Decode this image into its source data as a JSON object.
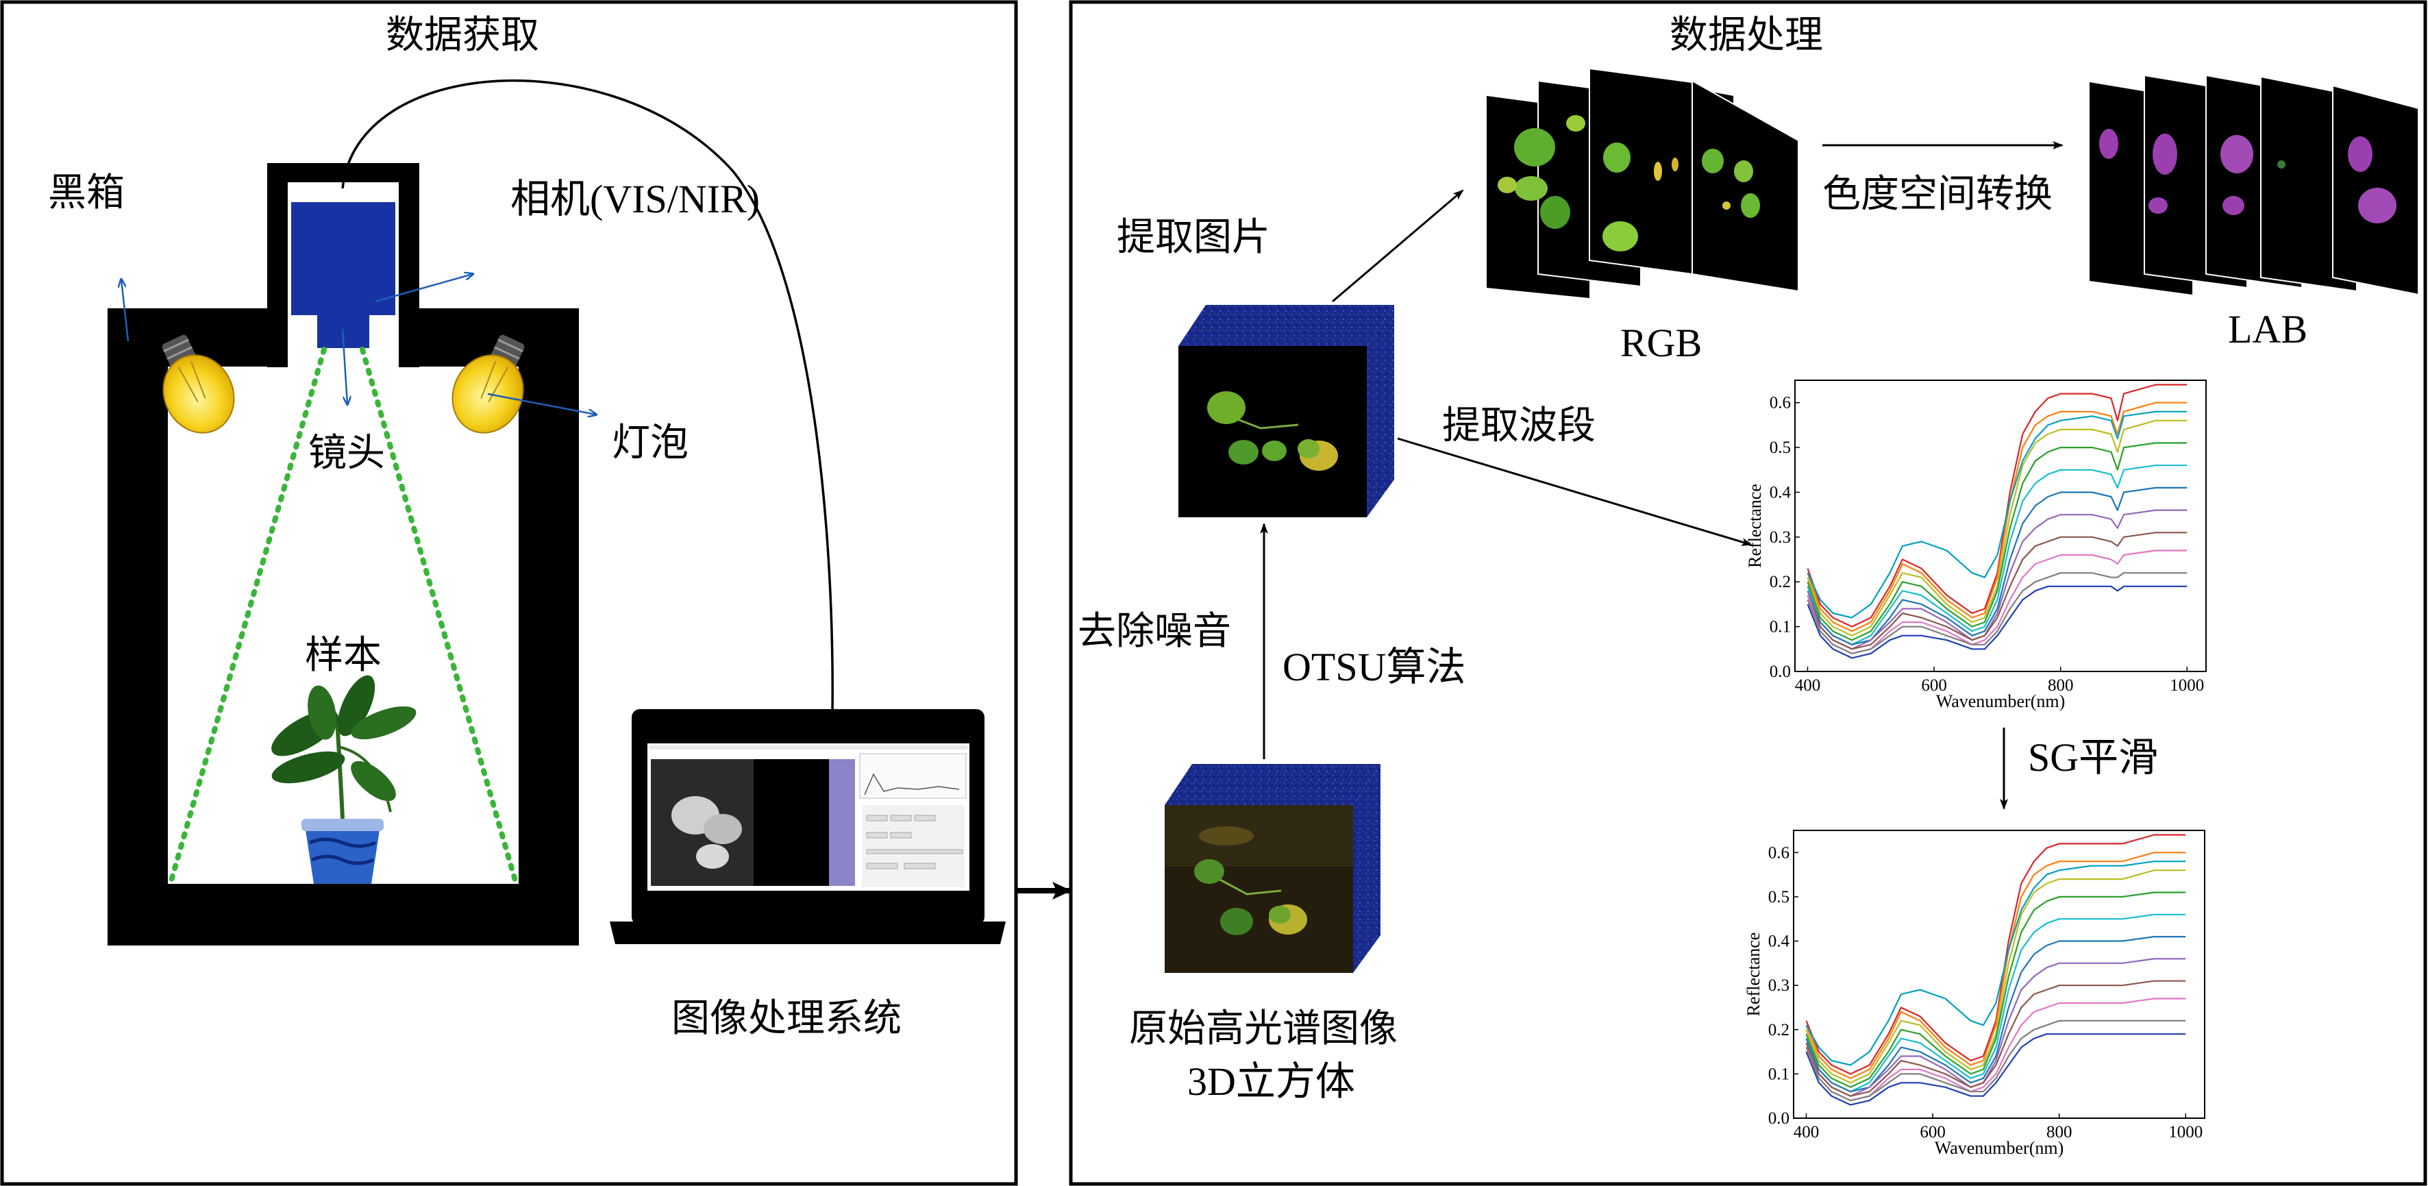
{
  "left_panel": {
    "title": "数据获取",
    "labels": {
      "black_box": "黑箱",
      "camera": "相机(VIS/NIR)",
      "lens": "镜头",
      "bulb": "灯泡",
      "sample": "样本",
      "processing_system": "图像处理系统"
    }
  },
  "right_panel": {
    "title": "数据处理",
    "labels": {
      "extract_image": "提取图片",
      "rgb": "RGB",
      "color_space": "色度空间转换",
      "lab": "LAB",
      "extract_band": "提取波段",
      "denoise": "去除噪音",
      "otsu": "OTSU算法",
      "raw_cube_line1": "原始高光谱图像",
      "raw_cube_line2": "3D立方体",
      "sg_smooth": "SG平滑"
    }
  },
  "colors": {
    "panel_border": "#000000",
    "box_fill": "#000000",
    "camera_blue": "#1733a3",
    "fov_green": "#3ab53a",
    "pointer_blue": "#1f5fb8",
    "cube_side": "#17288a",
    "leaf_green": "#3f8f2a",
    "lab_purple": "#9b3fb0"
  },
  "chart_data": [
    {
      "type": "line",
      "title": "",
      "xlabel": "Wavenumber(nm)",
      "ylabel": "Reflectance",
      "xlim": [
        380,
        1030
      ],
      "ylim": [
        0,
        0.65
      ],
      "xticks": [
        400,
        600,
        800,
        1000
      ],
      "yticks": [
        0.0,
        0.1,
        0.2,
        0.3,
        0.4,
        0.5,
        0.6
      ],
      "x": [
        400,
        420,
        440,
        470,
        500,
        530,
        550,
        580,
        620,
        660,
        680,
        700,
        720,
        740,
        760,
        780,
        800,
        850,
        880,
        890,
        900,
        950,
        1000
      ],
      "series": [
        {
          "values": [
            0.23,
            0.15,
            0.12,
            0.1,
            0.12,
            0.19,
            0.25,
            0.23,
            0.17,
            0.13,
            0.14,
            0.22,
            0.4,
            0.53,
            0.58,
            0.61,
            0.62,
            0.62,
            0.61,
            0.56,
            0.62,
            0.64,
            0.64
          ]
        },
        {
          "values": [
            0.22,
            0.14,
            0.11,
            0.09,
            0.11,
            0.18,
            0.24,
            0.22,
            0.16,
            0.12,
            0.13,
            0.21,
            0.38,
            0.5,
            0.55,
            0.57,
            0.58,
            0.58,
            0.57,
            0.53,
            0.58,
            0.6,
            0.6
          ]
        },
        {
          "values": [
            0.21,
            0.13,
            0.1,
            0.08,
            0.1,
            0.17,
            0.22,
            0.21,
            0.15,
            0.11,
            0.12,
            0.19,
            0.35,
            0.46,
            0.51,
            0.53,
            0.54,
            0.54,
            0.53,
            0.49,
            0.54,
            0.56,
            0.56
          ]
        },
        {
          "values": [
            0.2,
            0.12,
            0.09,
            0.07,
            0.09,
            0.15,
            0.2,
            0.19,
            0.14,
            0.1,
            0.11,
            0.18,
            0.32,
            0.42,
            0.47,
            0.49,
            0.5,
            0.5,
            0.49,
            0.45,
            0.5,
            0.51,
            0.51
          ]
        },
        {
          "values": [
            0.19,
            0.11,
            0.08,
            0.06,
            0.08,
            0.14,
            0.18,
            0.17,
            0.13,
            0.09,
            0.1,
            0.16,
            0.29,
            0.38,
            0.42,
            0.44,
            0.45,
            0.45,
            0.44,
            0.41,
            0.45,
            0.46,
            0.46
          ]
        },
        {
          "values": [
            0.18,
            0.11,
            0.08,
            0.06,
            0.07,
            0.12,
            0.16,
            0.15,
            0.12,
            0.08,
            0.09,
            0.14,
            0.25,
            0.33,
            0.37,
            0.39,
            0.4,
            0.4,
            0.39,
            0.36,
            0.4,
            0.41,
            0.41
          ]
        },
        {
          "values": [
            0.18,
            0.1,
            0.07,
            0.05,
            0.07,
            0.11,
            0.14,
            0.14,
            0.11,
            0.07,
            0.08,
            0.13,
            0.22,
            0.29,
            0.32,
            0.34,
            0.35,
            0.35,
            0.34,
            0.32,
            0.35,
            0.36,
            0.36
          ]
        },
        {
          "values": [
            0.17,
            0.1,
            0.07,
            0.05,
            0.06,
            0.1,
            0.13,
            0.12,
            0.1,
            0.07,
            0.08,
            0.12,
            0.19,
            0.25,
            0.28,
            0.29,
            0.3,
            0.3,
            0.29,
            0.28,
            0.3,
            0.31,
            0.31
          ]
        },
        {
          "values": [
            0.17,
            0.09,
            0.06,
            0.04,
            0.05,
            0.09,
            0.11,
            0.11,
            0.09,
            0.06,
            0.07,
            0.1,
            0.16,
            0.21,
            0.24,
            0.25,
            0.26,
            0.26,
            0.25,
            0.24,
            0.26,
            0.27,
            0.27
          ]
        },
        {
          "values": [
            0.16,
            0.09,
            0.06,
            0.04,
            0.05,
            0.08,
            0.1,
            0.1,
            0.08,
            0.06,
            0.06,
            0.09,
            0.14,
            0.18,
            0.2,
            0.21,
            0.22,
            0.22,
            0.21,
            0.21,
            0.22,
            0.22,
            0.22
          ]
        },
        {
          "values": [
            0.15,
            0.08,
            0.05,
            0.03,
            0.04,
            0.07,
            0.08,
            0.08,
            0.07,
            0.05,
            0.05,
            0.08,
            0.12,
            0.16,
            0.18,
            0.19,
            0.19,
            0.19,
            0.19,
            0.18,
            0.19,
            0.19,
            0.19
          ]
        },
        {
          "values": [
            0.22,
            0.16,
            0.13,
            0.12,
            0.15,
            0.22,
            0.28,
            0.29,
            0.27,
            0.22,
            0.21,
            0.26,
            0.38,
            0.47,
            0.52,
            0.55,
            0.56,
            0.57,
            0.56,
            0.52,
            0.57,
            0.58,
            0.58
          ]
        }
      ]
    },
    {
      "type": "line",
      "title": "",
      "xlabel": "Wavenumber(nm)",
      "ylabel": "Reflectance",
      "xlim": [
        380,
        1030
      ],
      "ylim": [
        0,
        0.65
      ],
      "xticks": [
        400,
        600,
        800,
        1000
      ],
      "yticks": [
        0.0,
        0.1,
        0.2,
        0.3,
        0.4,
        0.5,
        0.6
      ],
      "x": [
        400,
        420,
        440,
        470,
        500,
        530,
        550,
        580,
        620,
        660,
        680,
        700,
        720,
        740,
        760,
        780,
        800,
        850,
        880,
        890,
        900,
        950,
        1000
      ],
      "series": [
        {
          "values": [
            0.22,
            0.15,
            0.12,
            0.1,
            0.12,
            0.19,
            0.25,
            0.23,
            0.17,
            0.13,
            0.14,
            0.22,
            0.4,
            0.53,
            0.58,
            0.61,
            0.62,
            0.62,
            0.62,
            0.62,
            0.62,
            0.64,
            0.64
          ]
        },
        {
          "values": [
            0.21,
            0.14,
            0.11,
            0.09,
            0.11,
            0.18,
            0.24,
            0.22,
            0.16,
            0.12,
            0.13,
            0.21,
            0.38,
            0.5,
            0.55,
            0.57,
            0.58,
            0.58,
            0.58,
            0.58,
            0.58,
            0.6,
            0.6
          ]
        },
        {
          "values": [
            0.2,
            0.13,
            0.1,
            0.08,
            0.1,
            0.17,
            0.22,
            0.21,
            0.15,
            0.11,
            0.12,
            0.19,
            0.35,
            0.46,
            0.51,
            0.53,
            0.54,
            0.54,
            0.54,
            0.54,
            0.54,
            0.56,
            0.56
          ]
        },
        {
          "values": [
            0.19,
            0.12,
            0.09,
            0.07,
            0.09,
            0.15,
            0.2,
            0.19,
            0.14,
            0.1,
            0.11,
            0.18,
            0.32,
            0.42,
            0.47,
            0.49,
            0.5,
            0.5,
            0.5,
            0.5,
            0.5,
            0.51,
            0.51
          ]
        },
        {
          "values": [
            0.18,
            0.11,
            0.08,
            0.06,
            0.08,
            0.14,
            0.18,
            0.17,
            0.13,
            0.09,
            0.1,
            0.16,
            0.29,
            0.38,
            0.42,
            0.44,
            0.45,
            0.45,
            0.45,
            0.45,
            0.45,
            0.46,
            0.46
          ]
        },
        {
          "values": [
            0.18,
            0.11,
            0.08,
            0.06,
            0.07,
            0.12,
            0.16,
            0.15,
            0.12,
            0.08,
            0.09,
            0.14,
            0.25,
            0.33,
            0.37,
            0.39,
            0.4,
            0.4,
            0.4,
            0.4,
            0.4,
            0.41,
            0.41
          ]
        },
        {
          "values": [
            0.17,
            0.1,
            0.07,
            0.05,
            0.07,
            0.11,
            0.14,
            0.14,
            0.11,
            0.07,
            0.08,
            0.13,
            0.22,
            0.29,
            0.32,
            0.34,
            0.35,
            0.35,
            0.35,
            0.35,
            0.35,
            0.36,
            0.36
          ]
        },
        {
          "values": [
            0.17,
            0.1,
            0.07,
            0.05,
            0.06,
            0.1,
            0.13,
            0.12,
            0.1,
            0.07,
            0.08,
            0.12,
            0.19,
            0.25,
            0.28,
            0.29,
            0.3,
            0.3,
            0.3,
            0.3,
            0.3,
            0.31,
            0.31
          ]
        },
        {
          "values": [
            0.16,
            0.09,
            0.06,
            0.04,
            0.05,
            0.09,
            0.11,
            0.11,
            0.09,
            0.06,
            0.07,
            0.1,
            0.16,
            0.21,
            0.24,
            0.25,
            0.26,
            0.26,
            0.26,
            0.26,
            0.26,
            0.27,
            0.27
          ]
        },
        {
          "values": [
            0.16,
            0.09,
            0.06,
            0.04,
            0.05,
            0.08,
            0.1,
            0.1,
            0.08,
            0.06,
            0.06,
            0.09,
            0.14,
            0.18,
            0.2,
            0.21,
            0.22,
            0.22,
            0.22,
            0.22,
            0.22,
            0.22,
            0.22
          ]
        },
        {
          "values": [
            0.15,
            0.08,
            0.05,
            0.03,
            0.04,
            0.07,
            0.08,
            0.08,
            0.07,
            0.05,
            0.05,
            0.08,
            0.12,
            0.16,
            0.18,
            0.19,
            0.19,
            0.19,
            0.19,
            0.19,
            0.19,
            0.19,
            0.19
          ]
        },
        {
          "values": [
            0.21,
            0.16,
            0.13,
            0.12,
            0.15,
            0.22,
            0.28,
            0.29,
            0.27,
            0.22,
            0.21,
            0.26,
            0.38,
            0.47,
            0.52,
            0.55,
            0.56,
            0.57,
            0.57,
            0.57,
            0.57,
            0.58,
            0.58
          ]
        }
      ]
    }
  ]
}
